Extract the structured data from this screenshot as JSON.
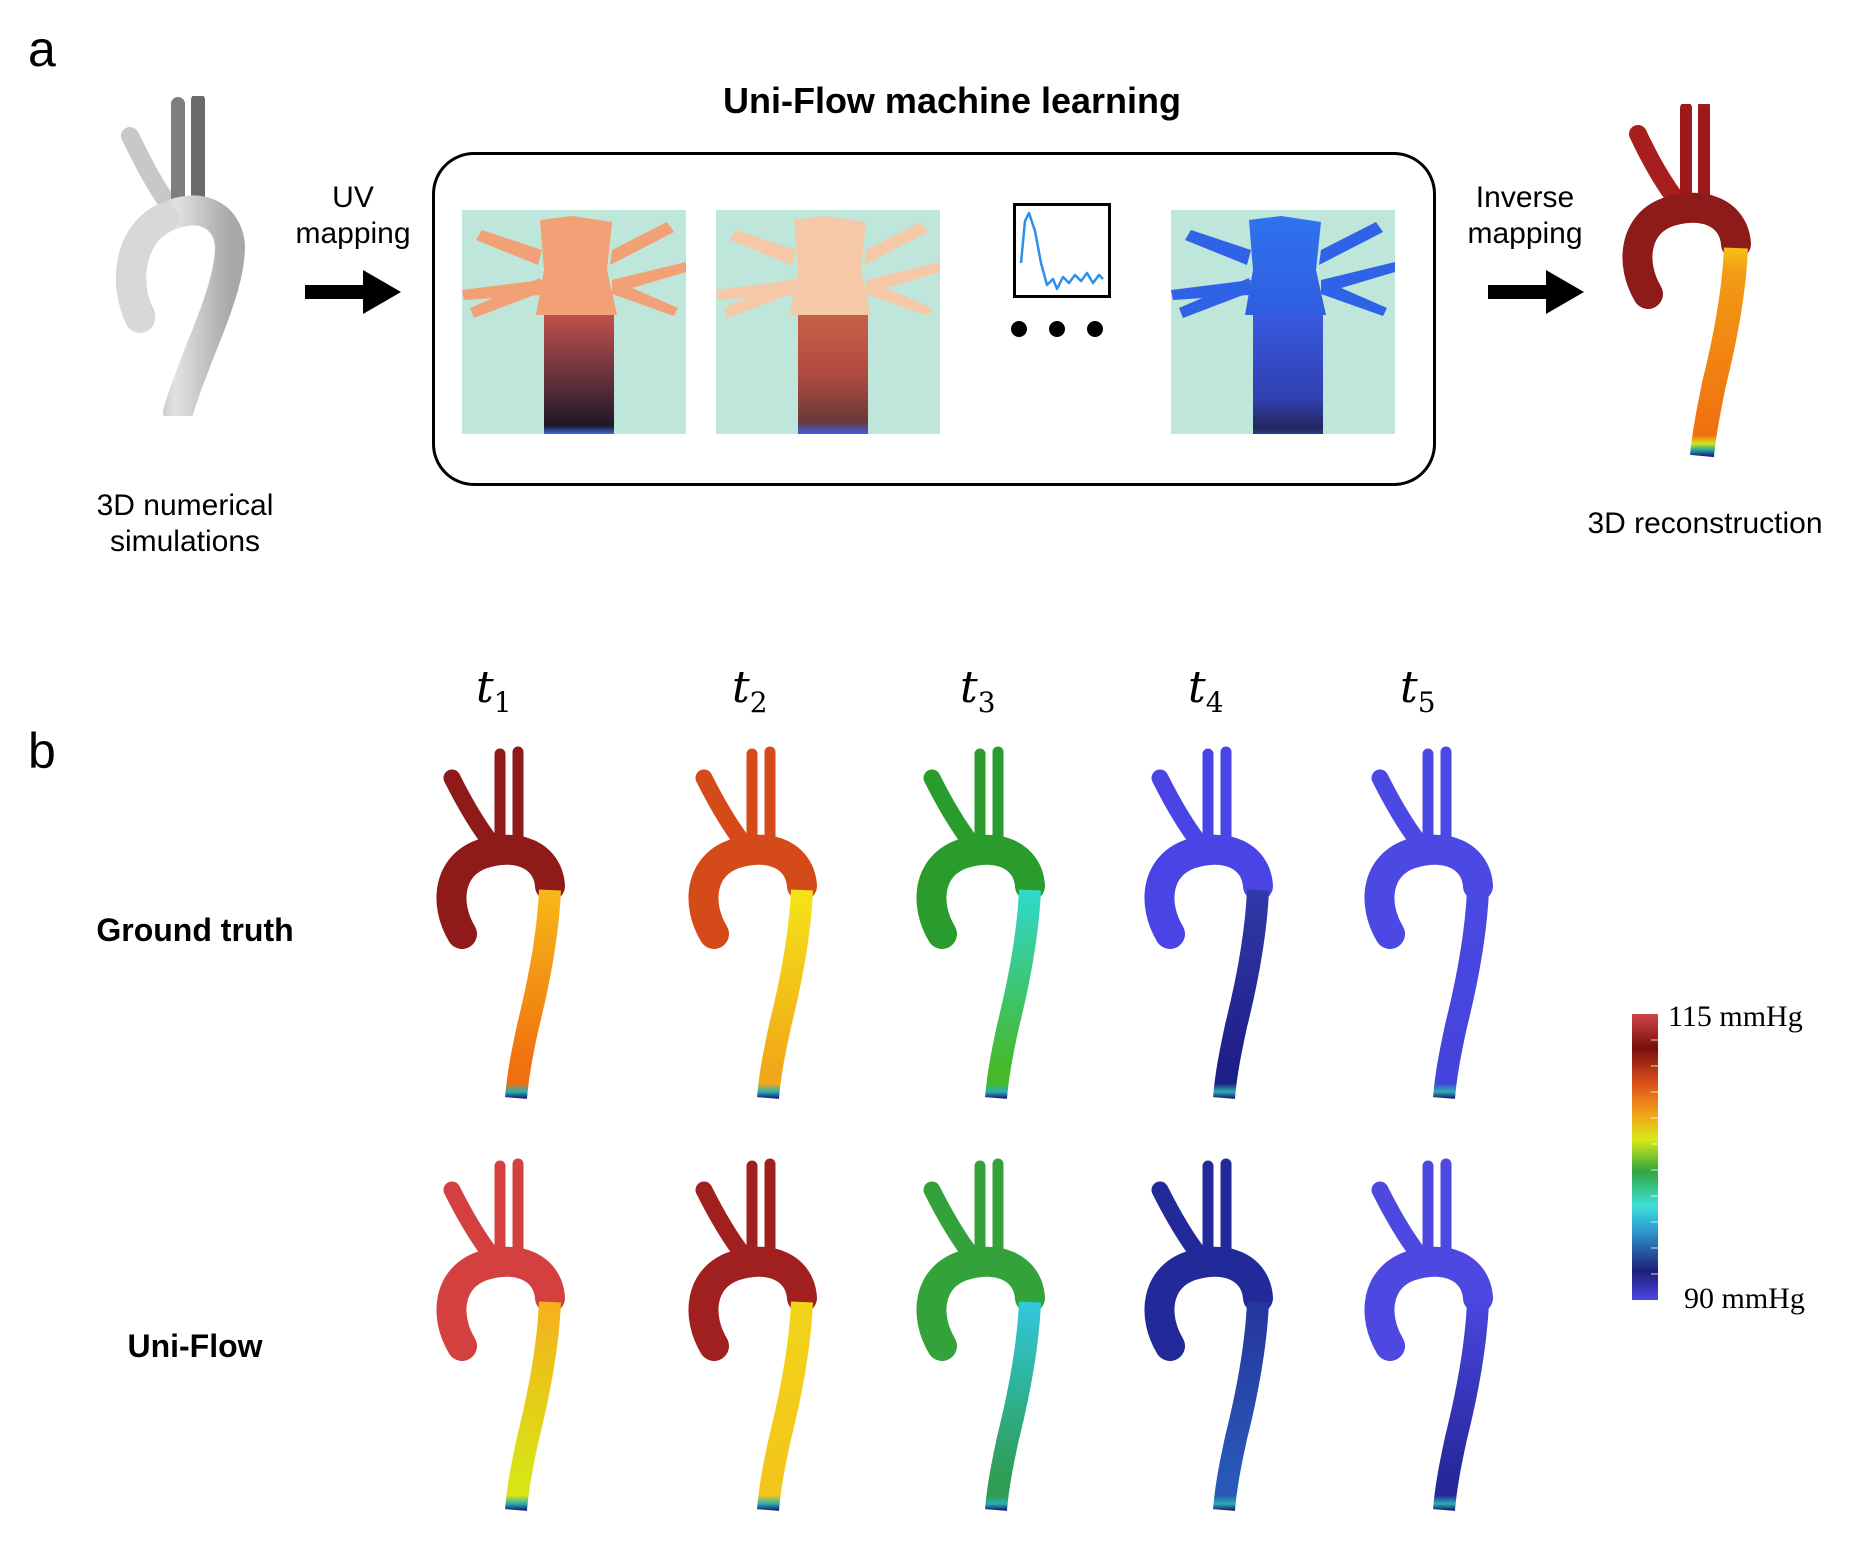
{
  "panel_a": {
    "letter": "a",
    "title": "Uni-Flow machine learning",
    "left_caption": [
      "3D numerical",
      "simulations"
    ],
    "uv_label": [
      "UV",
      "mapping"
    ],
    "inverse_label": [
      "Inverse",
      "mapping"
    ],
    "right_caption": "3D reconstruction",
    "uv_maps": [
      {
        "top": "#f2a076",
        "bottom_start": "#c0504c",
        "bottom_end": "#2a1a28"
      },
      {
        "top": "#f5c8a8",
        "bottom_start": "#c86048",
        "bottom_end": "#7a3e3e"
      },
      {
        "top": "#2f62e6",
        "bottom_start": "#3a5ae0",
        "bottom_end": "#252a78"
      }
    ],
    "waveform_color": "#2b8ff0",
    "background_color": "#bfe6da"
  },
  "panel_b": {
    "letter": "b",
    "time_labels": [
      {
        "base": "t",
        "sub": "1"
      },
      {
        "base": "t",
        "sub": "2"
      },
      {
        "base": "t",
        "sub": "3"
      },
      {
        "base": "t",
        "sub": "4"
      },
      {
        "base": "t",
        "sub": "5"
      }
    ],
    "row_labels": [
      "Ground truth",
      "Uni-Flow"
    ],
    "ground_truth": [
      {
        "arch": "#8e1a1a",
        "desc_top": "#f7b818",
        "desc_bottom": "#f07010"
      },
      {
        "arch": "#d44a18",
        "desc_top": "#f4e418",
        "desc_bottom": "#f2a818"
      },
      {
        "arch": "#2a9c2e",
        "desc_top": "#30d8cc",
        "desc_bottom": "#46b82c"
      },
      {
        "arch": "#4a44e6",
        "desc_top": "#303aa8",
        "desc_bottom": "#1e1e88"
      },
      {
        "arch": "#4b48e4",
        "desc_top": "#4b48e4",
        "desc_bottom": "#4444dc"
      }
    ],
    "uni_flow": [
      {
        "arch": "#d44040",
        "desc_top": "#f6b01c",
        "desc_bottom": "#d8e414"
      },
      {
        "arch": "#a02020",
        "desc_top": "#f2d41a",
        "desc_bottom": "#f2c61a"
      },
      {
        "arch": "#34a23a",
        "desc_top": "#30c8dc",
        "desc_bottom": "#2e9c52"
      },
      {
        "arch": "#222a9a",
        "desc_top": "#26369e",
        "desc_bottom": "#2858b8"
      },
      {
        "arch": "#4c48e0",
        "desc_top": "#4a46de",
        "desc_bottom": "#26289a"
      }
    ]
  },
  "colorbar": {
    "max_label": "115 mmHg",
    "min_label": "90 mmHg",
    "stops": [
      "#4b48e4",
      "#1e1e7a",
      "#2f9fd0",
      "#3fe0d8",
      "#30a640",
      "#d8e818",
      "#f2a21a",
      "#e0561a",
      "#7a0e0e",
      "#d04646"
    ]
  }
}
